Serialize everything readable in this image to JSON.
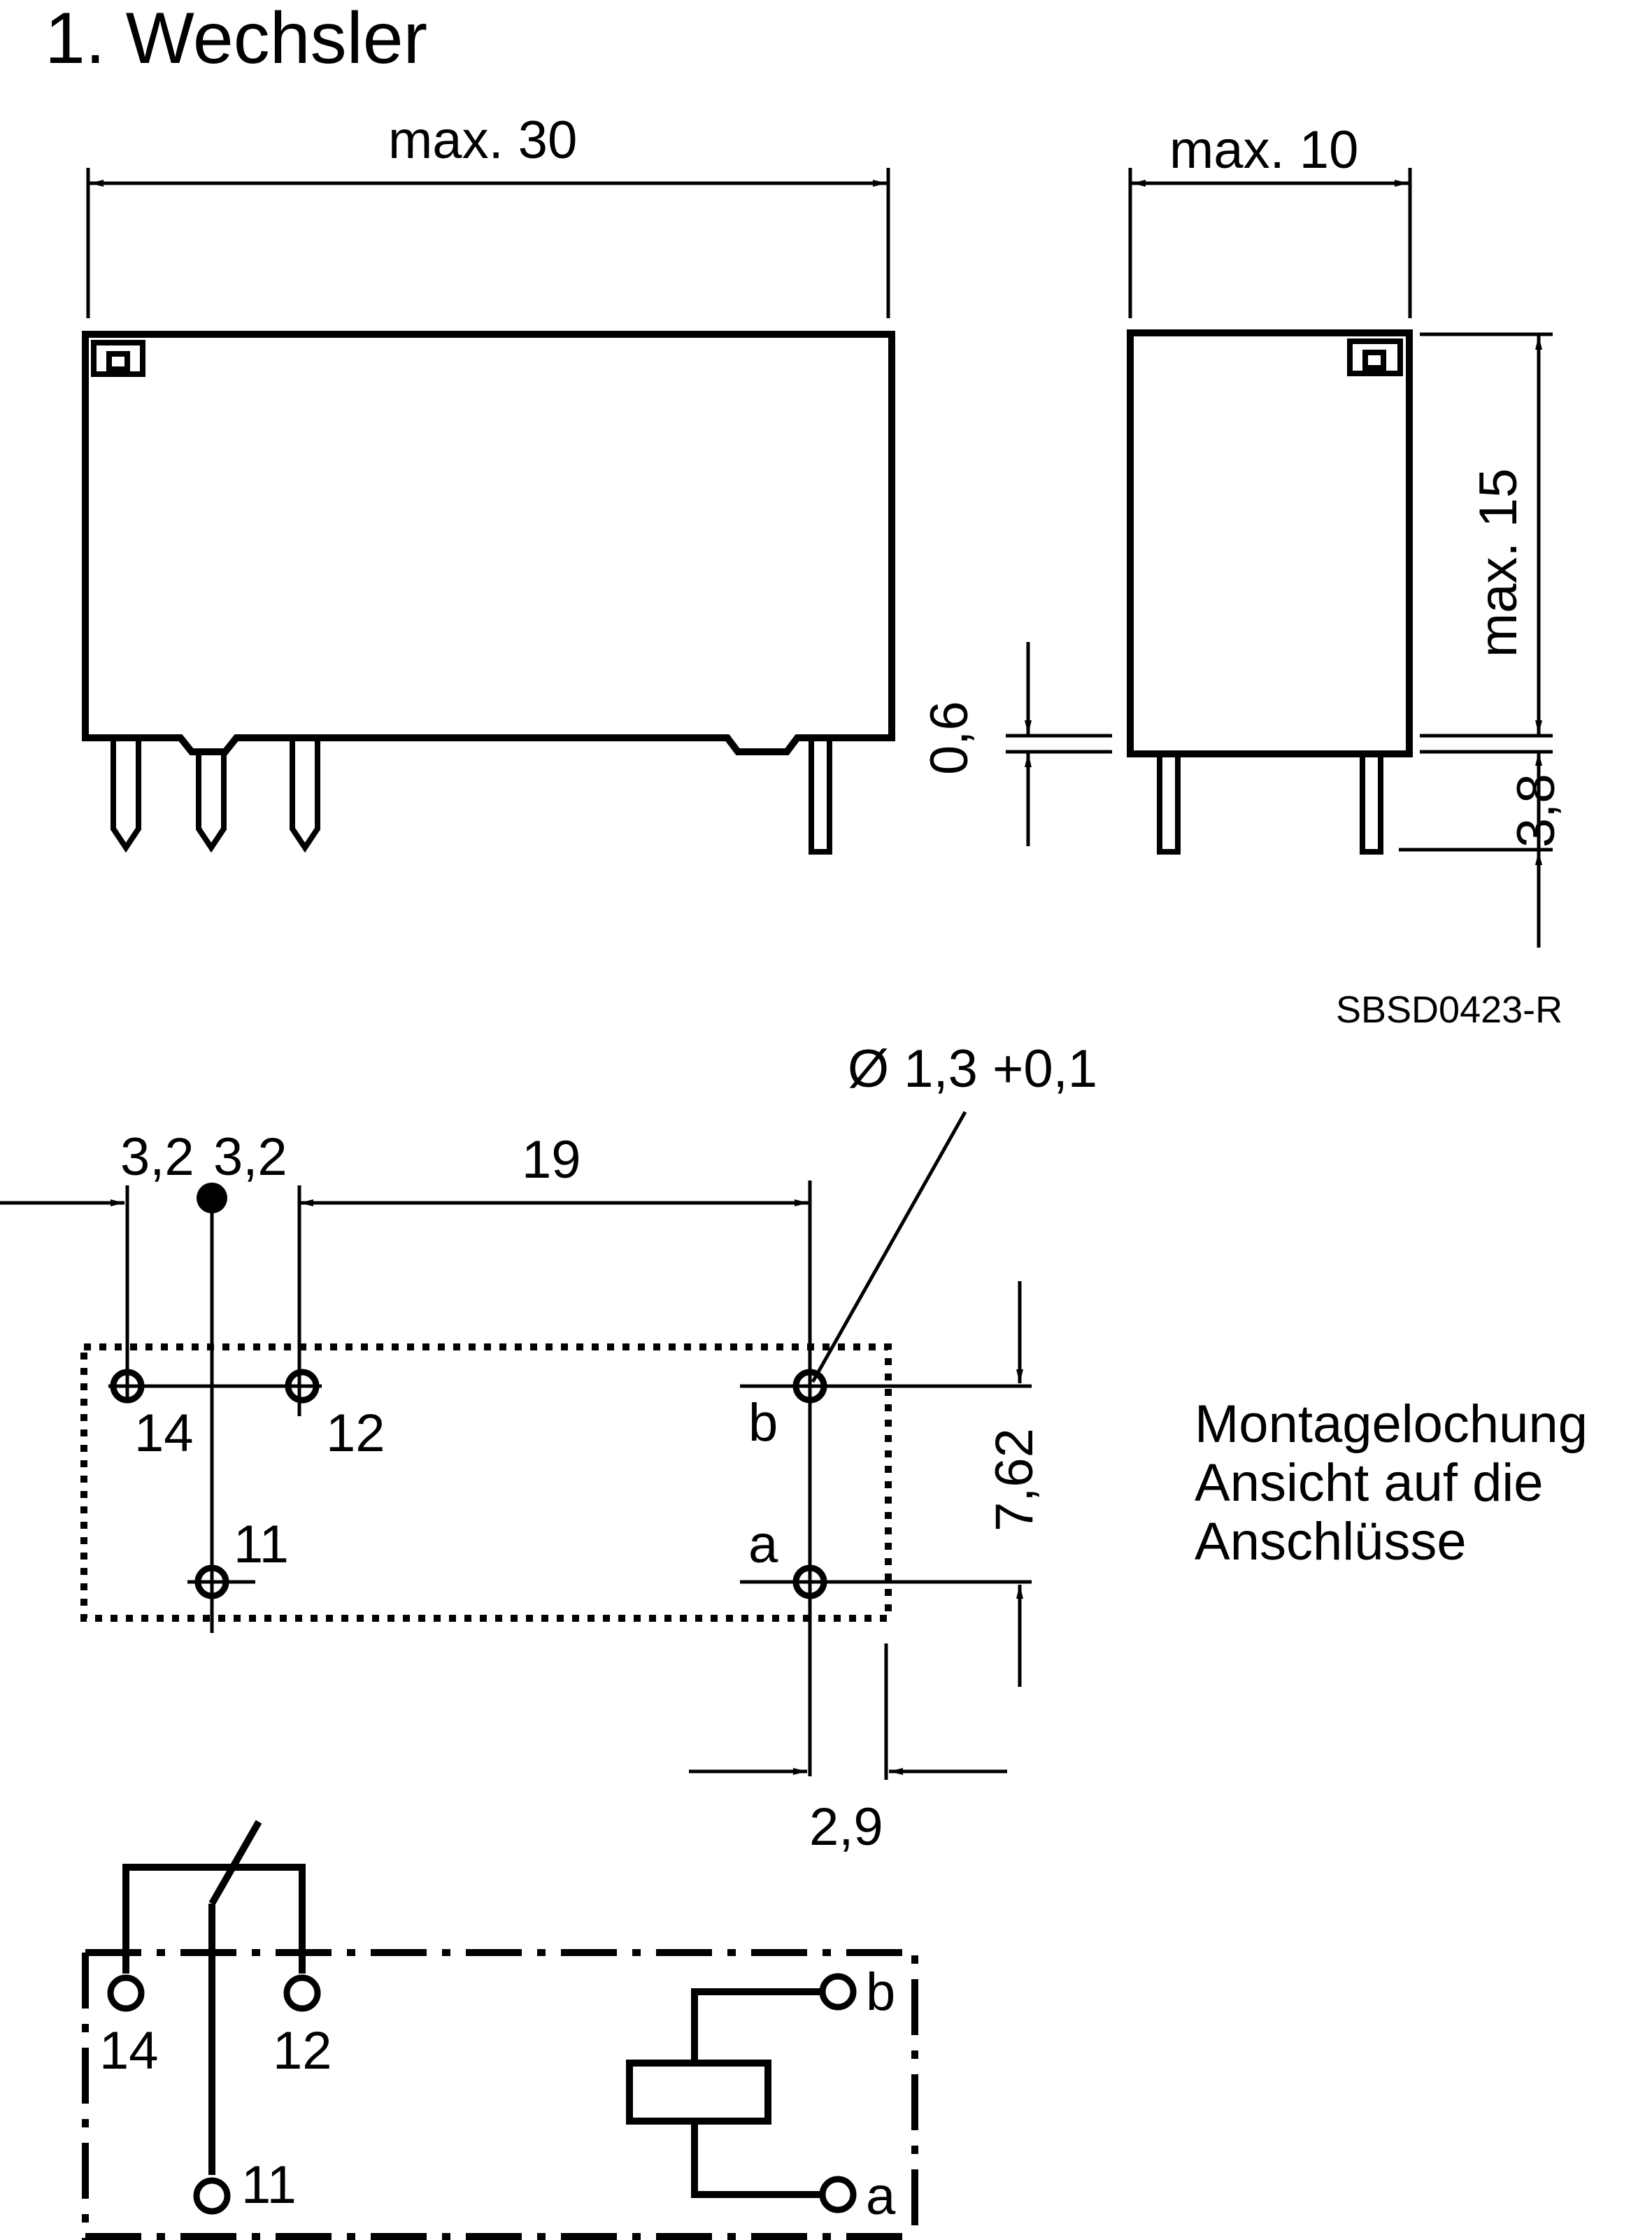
{
  "title": "1. Wechsler",
  "drawing_code": "SBSD0423-R",
  "dimensions": {
    "length": "max. 30",
    "width": "max. 10",
    "height": "max. 15",
    "standoff": "0,6",
    "pin_length": "3,8",
    "pitch_a": "3,2",
    "pitch_b": "3,2",
    "span": "19",
    "hole": "Ø 1,3 +0,1",
    "row_spacing": "7,62",
    "edge_offset": "2,9"
  },
  "pins": {
    "nc": "14",
    "no": "12",
    "common": "11",
    "coil_b": "b",
    "coil_a": "a"
  },
  "note": {
    "line1": "Montagelochung",
    "line2": "Ansicht auf die",
    "line3": "Anschlüsse"
  }
}
